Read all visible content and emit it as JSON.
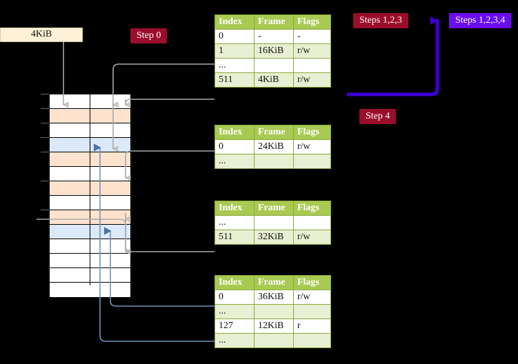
{
  "labels": {
    "mem_label": "4KiB",
    "step0": "Step 0",
    "steps123": "Steps 1,2,3",
    "steps1234": "Steps 1,2,3,4",
    "step4": "Step 4"
  },
  "colors": {
    "badge_dark": "#9b0d2a",
    "badge_purple": "#6a0df0",
    "table_header": "#a8ca52",
    "table_alt_row": "#e8efd2",
    "highlight": "#fcf79e",
    "mem_peach": "#fde3cd",
    "mem_blue": "#dbe9f8",
    "mem_label_bg": "#fdf2d8",
    "connector_gray": "#a9a9a9",
    "connector_blue": "#6f93c0"
  },
  "tables": [
    {
      "id": "pml4",
      "columns": [
        "Index",
        "Frame",
        "Flags"
      ],
      "rows": [
        {
          "cells": [
            "0",
            "-",
            "-"
          ],
          "style": "white",
          "highlight": false
        },
        {
          "cells": [
            "1",
            "16KiB",
            "r/w"
          ],
          "style": "alt",
          "highlight": false
        },
        {
          "cells": [
            "...",
            "",
            ""
          ],
          "style": "white",
          "highlight": false
        },
        {
          "cells": [
            "511",
            "4KiB",
            "r/w"
          ],
          "style": "alt",
          "highlight": true
        }
      ]
    },
    {
      "id": "pdp",
      "columns": [
        "Index",
        "Frame",
        "Flags"
      ],
      "rows": [
        {
          "cells": [
            "0",
            "24KiB",
            "r/w"
          ],
          "style": "white",
          "highlight": false
        },
        {
          "cells": [
            "...",
            "",
            ""
          ],
          "style": "alt",
          "highlight": false
        }
      ]
    },
    {
      "id": "pd",
      "columns": [
        "Index",
        "Frame",
        "Flags"
      ],
      "rows": [
        {
          "cells": [
            "...",
            "",
            ""
          ],
          "style": "white",
          "highlight": false
        },
        {
          "cells": [
            "511",
            "32KiB",
            "r/w"
          ],
          "style": "alt",
          "highlight": false
        }
      ]
    },
    {
      "id": "pt",
      "columns": [
        "Index",
        "Frame",
        "Flags"
      ],
      "rows": [
        {
          "cells": [
            "0",
            "36KiB",
            "r/w"
          ],
          "style": "white",
          "highlight": false
        },
        {
          "cells": [
            "...",
            "",
            ""
          ],
          "style": "alt",
          "highlight": false
        },
        {
          "cells": [
            "127",
            "12KiB",
            "r"
          ],
          "style": "white",
          "highlight": false
        },
        {
          "cells": [
            "...",
            "",
            ""
          ],
          "style": "alt",
          "highlight": false
        }
      ]
    }
  ],
  "memory_rows": [
    {
      "color": "m-white"
    },
    {
      "color": "m-peach"
    },
    {
      "color": "m-white"
    },
    {
      "color": "m-blue"
    },
    {
      "color": "m-peach"
    },
    {
      "color": "m-white"
    },
    {
      "color": "m-peach"
    },
    {
      "color": "m-white"
    },
    {
      "color": "m-peach"
    },
    {
      "color": "m-blue"
    },
    {
      "color": "m-white"
    },
    {
      "color": "m-white"
    },
    {
      "color": "m-white"
    },
    {
      "color": "m-white"
    }
  ]
}
